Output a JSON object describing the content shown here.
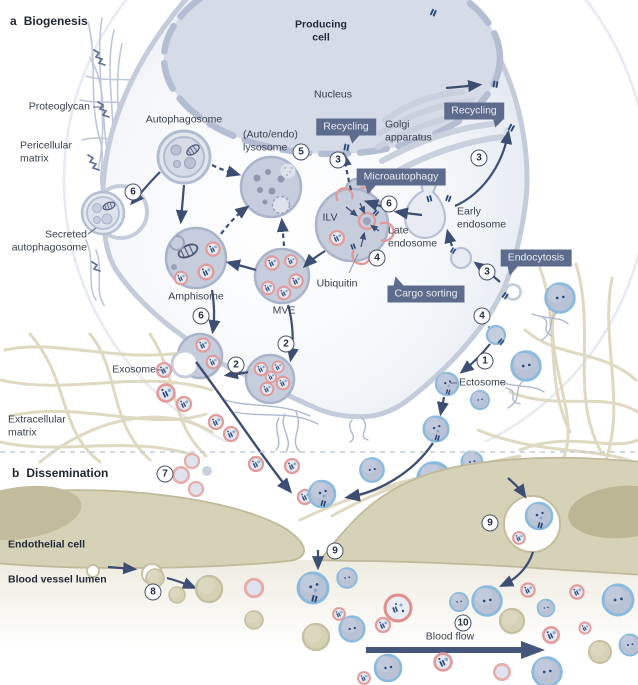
{
  "figure": {
    "panel_a": {
      "letter": "a",
      "title": "Biogenesis"
    },
    "panel_b": {
      "letter": "b",
      "title": "Dissemination"
    }
  },
  "labels": {
    "producing_cell": "Producing\ncell",
    "nucleus": "Nucleus",
    "golgi_apparatus": "Golgi\napparatus",
    "proteoglycan": "Proteoglycan",
    "pericellular_matrix": "Pericellular\nmatrix",
    "autophagosome": "Autophagosome",
    "auto_endo_lysosome": "(Auto/endo)\nlysosome",
    "secreted_autophagosome": "Secreted\nautophagosome",
    "amphisome": "Amphisome",
    "mve": "MVE",
    "ilv": "ILV",
    "ubiquitin": "Ubiquitin",
    "late_endosome": "Late\nendosome",
    "early_endosome": "Early\nendosome",
    "exosome": "Exosome",
    "ectosome": "Ectosome",
    "extracellular_matrix": "Extracellular\nmatrix",
    "endothelial_cell": "Endothelial cell",
    "blood_vessel_lumen": "Blood vessel lumen",
    "blood_flow": "Blood flow"
  },
  "callouts": {
    "recycling_left": "Recycling",
    "recycling_right": "Recycling",
    "microautophagy": "Microautophagy",
    "endocytosis": "Endocytosis",
    "cargo_sorting": "Cargo sorting"
  },
  "step_markers": [
    {
      "n": "6"
    },
    {
      "n": "5"
    },
    {
      "n": "3"
    },
    {
      "n": "3"
    },
    {
      "n": "6"
    },
    {
      "n": "3"
    },
    {
      "n": "4"
    },
    {
      "n": "4"
    },
    {
      "n": "1"
    },
    {
      "n": "6"
    },
    {
      "n": "2"
    },
    {
      "n": "2"
    },
    {
      "n": "7"
    },
    {
      "n": "8"
    },
    {
      "n": "9"
    },
    {
      "n": "9"
    },
    {
      "n": "10"
    }
  ],
  "colors": {
    "callout_bg": "#5d6c8c",
    "arrow": "#3c4e72",
    "membrane": "#c4cbda",
    "organelle_fill": "#c7cfdf",
    "exosome_rim": "#e29b9b",
    "ectosome_rim": "#8abade",
    "cargo_navy": "#2b4a7c",
    "cargo_blue": "#7fa8d4",
    "matrix_tan": "#ded8bf",
    "endothelium": "#d6d2b7",
    "nucleus_fill": "#d6dbe8"
  }
}
